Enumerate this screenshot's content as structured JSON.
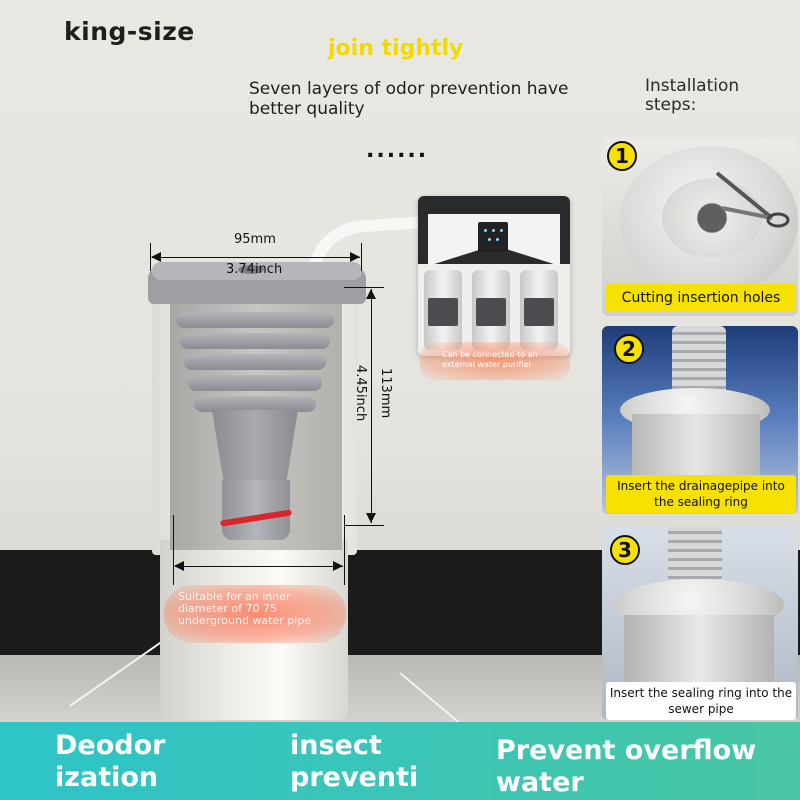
{
  "header": {
    "king_size": "king-size",
    "join_tightly": "join tightly",
    "seven_layers": "Seven layers of odor prevention have better quality",
    "ellipsis": "......"
  },
  "dimensions": {
    "width_mm": "95mm",
    "width_inch": "3.74inch",
    "height_mm": "113mm",
    "height_inch": "4.45inch"
  },
  "notes": {
    "suitable": "Suitable for an inner diameter of 70 75 underground water pipe",
    "connect": "Can be connected to an external water purifier"
  },
  "installation": {
    "title": "Installation steps:",
    "steps": [
      {
        "number": "1",
        "label": "Cutting insertion holes"
      },
      {
        "number": "2",
        "label": "Insert the drainagepipe into the sealing ring"
      },
      {
        "number": "3",
        "label": "Insert the sealing ring into the sewer pipe"
      }
    ]
  },
  "banner": {
    "deodorization": "Deodor ization",
    "insect_prevention": "insect preventi on",
    "prevent_overflow": "Prevent overflow water"
  },
  "colors": {
    "accent_yellow": "#f7e100",
    "banner_teal": "#39c5b9",
    "seal_red": "#d9262c"
  }
}
